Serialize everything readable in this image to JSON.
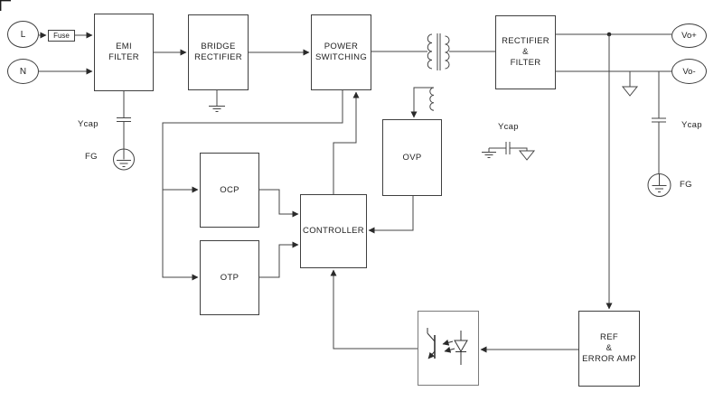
{
  "colors": {
    "wire": "#444444",
    "text": "#1f1f1f",
    "box_border": "#3f3f3f",
    "opto_border": "#7a7a7a"
  },
  "terminals": {
    "l": "L",
    "n": "N",
    "vo_plus": "Vo+",
    "vo_minus": "Vo-"
  },
  "fuse_label": "Fuse",
  "blocks": {
    "emi_filter": "EMI\nFILTER",
    "bridge_rectifier": "BRIDGE\nRECTIFIER",
    "power_switching": "POWER\nSWITCHING",
    "rectifier_filter": "RECTIFIER\n&\nFILTER",
    "ocp": "OCP",
    "otp": "OTP",
    "controller": "CONTROLLER",
    "ovp": "OVP",
    "ref_error_amp": "REF\n&\nERROR AMP"
  },
  "labels": {
    "ycap_left": "Ycap",
    "fg_left": "FG",
    "ycap_center": "Ycap",
    "ycap_right": "Ycap",
    "fg_right": "FG"
  }
}
